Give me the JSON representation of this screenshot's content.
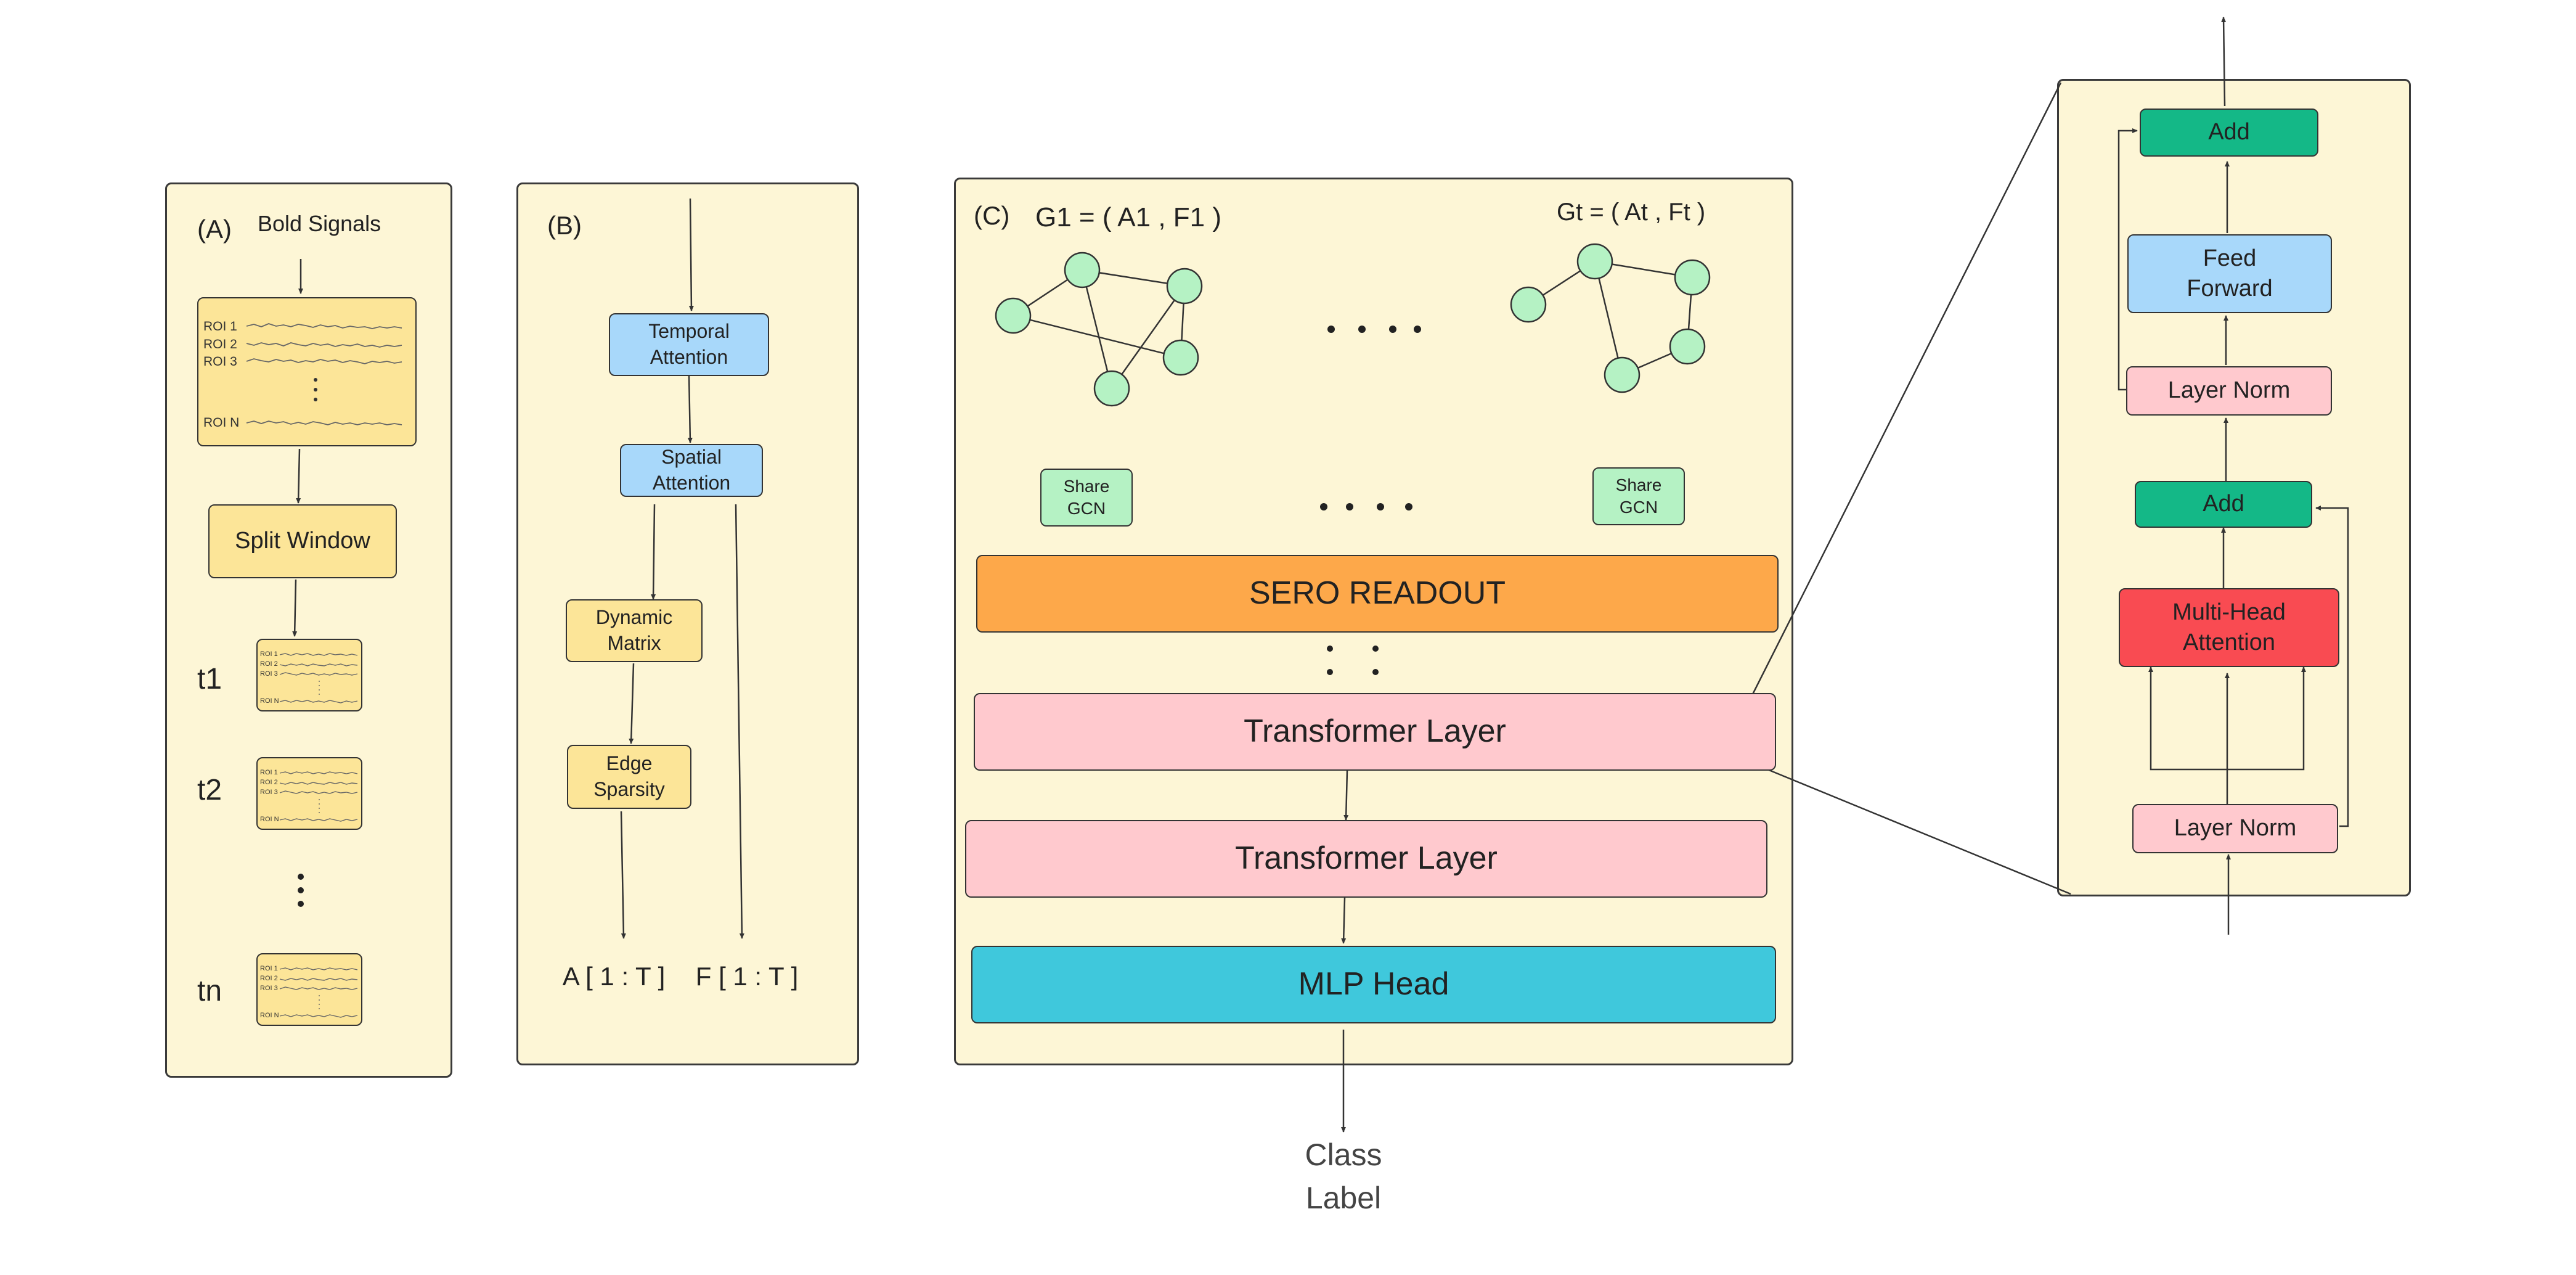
{
  "panel_a": {
    "label": "(A)",
    "title": "Bold Signals",
    "roi_labels": [
      "ROI 1",
      "ROI 2",
      "ROI 3",
      "ROI N"
    ],
    "split_window": "Split Window",
    "time_labels": [
      "t1",
      "t2",
      "tn"
    ]
  },
  "panel_b": {
    "label": "(B)",
    "temporal_attention": "Temporal\nAttention",
    "spatial_attention": "Spatial\nAttention",
    "dynamic_matrix": "Dynamic\nMatrix",
    "edge_sparsity": "Edge\nSparsity",
    "output_a": "A [ 1 : T ]",
    "output_f": "F [ 1 : T ]"
  },
  "panel_c": {
    "label": "(C)",
    "graph_first": "G1 = ( A1 , F1 )",
    "graph_last": "Gt = ( At , Ft )",
    "share_gcn": "Share\nGCN",
    "sero_readout": "SERO READOUT",
    "transformer_layer": "Transformer Layer",
    "mlp_head": "MLP Head",
    "class_label": "Class\nLabel"
  },
  "transformer_detail": {
    "add": "Add",
    "feed_forward": "Feed\nForward",
    "layer_norm": "Layer Norm",
    "multi_head_attention": "Multi-Head\nAttention"
  },
  "colors": {
    "panel_bg": "#fdf6d6",
    "roi_card": "#fce598",
    "attention": "#a8d8fa",
    "transformer": "#ffc9ce",
    "readout": "#fda84a",
    "mlp_head": "#3fc8dc",
    "add": "#14b887",
    "multi_head": "#f94b52",
    "graph_node": "#b5f2c4"
  }
}
